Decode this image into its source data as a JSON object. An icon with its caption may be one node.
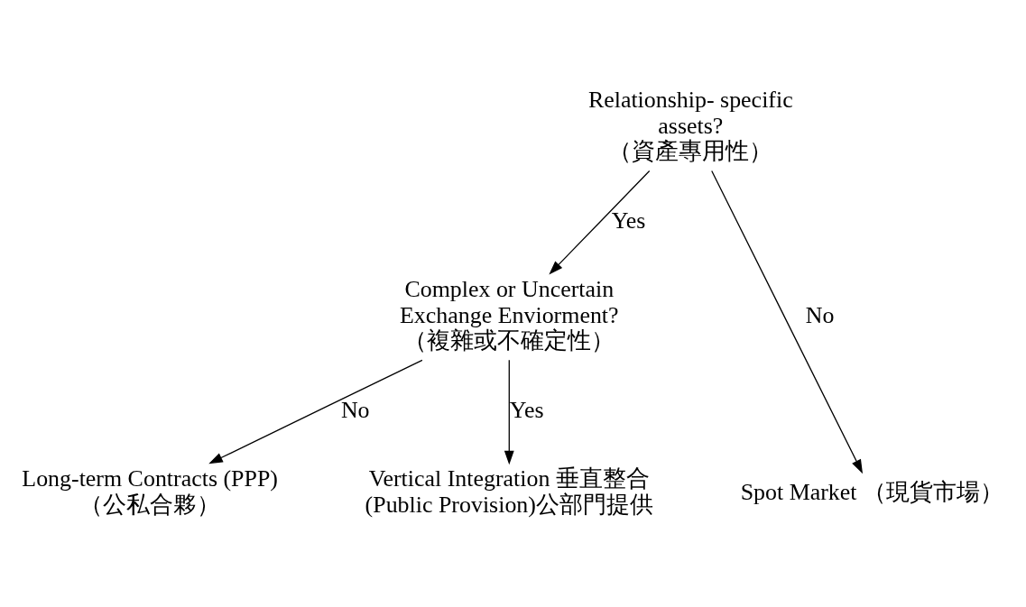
{
  "diagram": {
    "nodes": [
      {
        "text": [
          "Relationship- specific assets?",
          "（資產專用性）"
        ]
      },
      {
        "text": [
          "Complex or Uncertain Exchange Enviorment?",
          "（複雜或不確定性）"
        ]
      },
      {
        "text": [
          "Spot Market （現貨市場）"
        ]
      },
      {
        "text": [
          "Long-term Contracts (PPP) （公私合夥）"
        ]
      },
      {
        "text": [
          "Vertical Integration 垂直整合 (Public Provision)公部門提供"
        ]
      }
    ],
    "edges": [
      {
        "from": 0,
        "to": 2,
        "arrow": "to",
        "label": "No"
      },
      {
        "from": 0,
        "to": 1,
        "arrow": "to",
        "label": "Yes"
      },
      {
        "from": 1,
        "to": 3,
        "arrow": "to",
        "label": "No"
      },
      {
        "from": 1,
        "to": 4,
        "arrow": "to",
        "label": "Yes"
      }
    ]
  }
}
